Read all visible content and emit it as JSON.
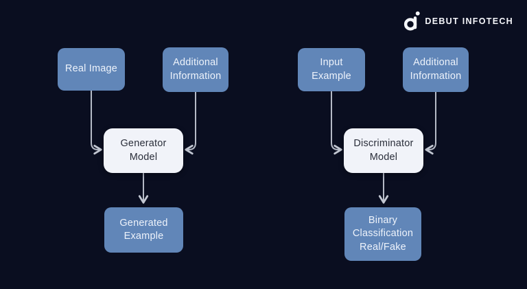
{
  "logo": {
    "icon": "debut-infotech-d-mark",
    "text": "DEBUT INFOTECH"
  },
  "colors": {
    "background": "#0a0e20",
    "node_blue": "#6186b8",
    "node_light": "#f1f3f9",
    "arrow": "#c2c7d2",
    "text_on_blue": "#eef3fb",
    "text_on_light": "#2a2e3a",
    "logo_text": "#f5f6fa"
  },
  "diagram": {
    "generator_flow": {
      "inputs": [
        {
          "label": "Real Image"
        },
        {
          "label": "Additional\nInformation"
        }
      ],
      "process": {
        "label": "Generator\nModel"
      },
      "output": {
        "label": "Generated\nExample"
      }
    },
    "discriminator_flow": {
      "inputs": [
        {
          "label": "Input\nExample"
        },
        {
          "label": "Additional\nInformation"
        }
      ],
      "process": {
        "label": "Discriminator\nModel"
      },
      "output": {
        "label": "Binary\nClassification\nReal/Fake"
      }
    }
  }
}
